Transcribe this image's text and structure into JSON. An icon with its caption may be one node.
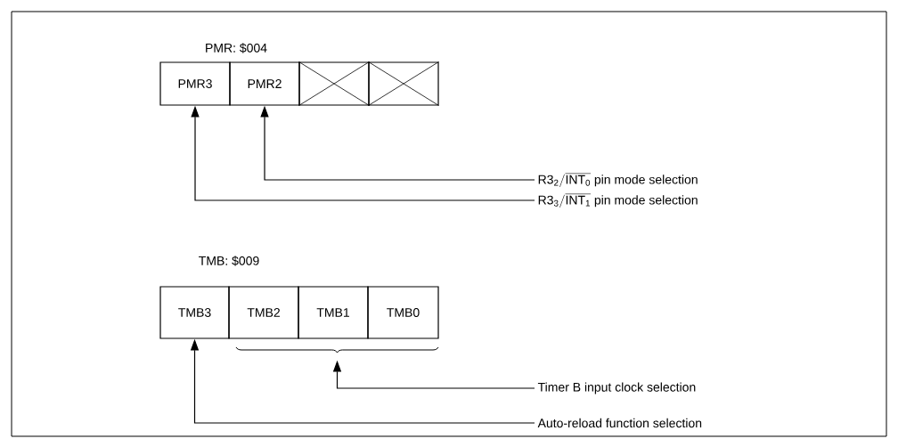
{
  "diagram": {
    "nodes": [
      {
        "text": [
          "PMR3"
        ]
      },
      {
        "text": [
          "PMR2"
        ]
      },
      {
        "text": [],
        "shape": "box"
      },
      {
        "text": [],
        "shape": "box"
      },
      {
        "text": [
          "\\text{R3}_{\\text{2}}/\\overline{\\text{INT}_{\\text{0}}}\\text{ pin mode selection}"
        ]
      },
      {
        "text": [
          "\\text{R3}_{\\text{3}}/\\overline{\\text{INT}_{\\text{1}}}\\text{ pin mode selection}"
        ]
      },
      {
        "text": [
          "TMB3"
        ]
      },
      {
        "text": [
          "TMB2"
        ]
      },
      {
        "text": [
          "TMB1"
        ]
      },
      {
        "text": [
          "TMB0"
        ]
      },
      {
        "text": [],
        "shape": "brace"
      },
      {
        "text": [
          "Timer B input clock selection"
        ]
      },
      {
        "text": [
          "Auto-reload function selection"
        ]
      }
    ],
    "edges": [
      {
        "from": 4,
        "to": 1,
        "arrow": "to"
      },
      {
        "from": 5,
        "to": 0,
        "arrow": "to"
      },
      {
        "from": 11,
        "to": 10,
        "arrow": "to"
      },
      {
        "from": 12,
        "to": 6,
        "arrow": "to"
      }
    ],
    "labels": [
      "PMR: $004",
      "TMB: $009"
    ]
  }
}
